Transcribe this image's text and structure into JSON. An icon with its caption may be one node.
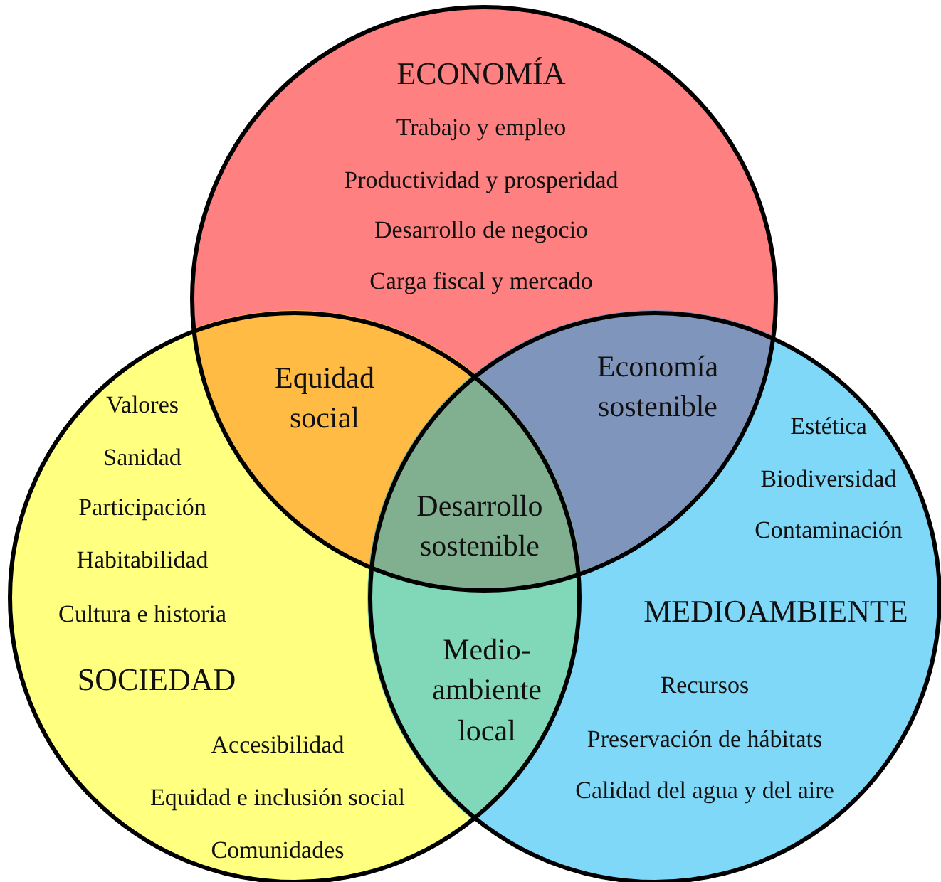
{
  "diagram": {
    "labels": [
      "ECONOMÍA",
      "Trabajo y empleo",
      "Productividad y prosperidad",
      "Desarrollo de negocio",
      "Carga fiscal y mercado",
      "Equidad social",
      "Economía sostenible",
      "Valores",
      "Sanidad",
      "Participación",
      "Habitabilidad",
      "Cultura e historia",
      "SOCIEDAD",
      "Accesibilidad",
      "Equidad e inclusión social",
      "Comunidades",
      "Estética",
      "Biodiversidad",
      "Contaminación",
      "MEDIOAMBIENTE",
      "Recursos",
      "Preservación de hábitats",
      "Calidad del agua y del aire",
      "Desarrollo sostenible",
      "Medio-ambiente local"
    ]
  }
}
